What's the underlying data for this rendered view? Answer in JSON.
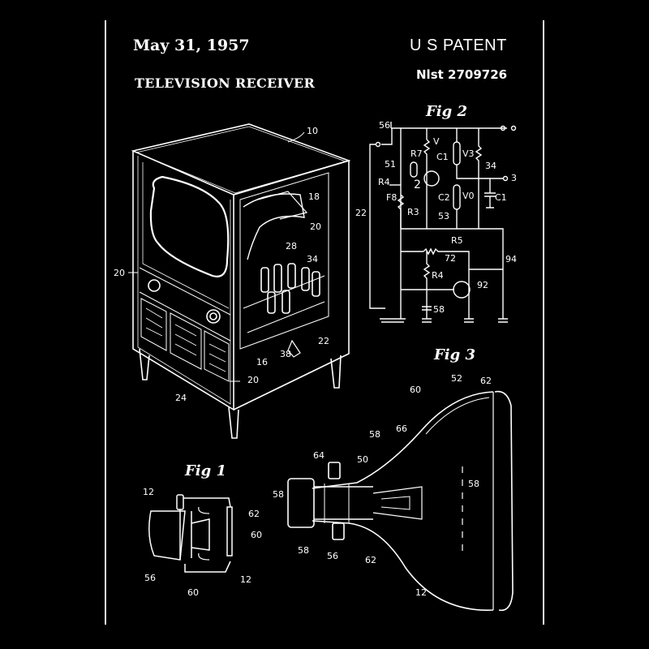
{
  "header": {
    "date": "May 31, 1957",
    "title": "TELEVISION RECEIVER",
    "patent_label": "U S PATENT",
    "patent_number": "Nlst 2709726"
  },
  "figures": {
    "fig1": {
      "caption": "Fig 1",
      "labels": [
        "12",
        "62",
        "60",
        "56",
        "60",
        "12"
      ]
    },
    "fig2": {
      "caption": "Fig 2",
      "labels": [
        "56",
        "51",
        "R7",
        "V",
        "C1",
        "V3",
        "34",
        "3",
        "2",
        "R4",
        "F8",
        "C2",
        "V0",
        "C1",
        "22",
        "R3",
        "53",
        "R5",
        "72",
        "94",
        "R4",
        "92",
        "58"
      ]
    },
    "fig3": {
      "caption": "Fig 3",
      "labels": [
        "52",
        "62",
        "60",
        "66",
        "58",
        "64",
        "50",
        "58",
        "58",
        "58",
        "56",
        "62",
        "12"
      ]
    },
    "main": {
      "labels": [
        "10",
        "18",
        "20",
        "28",
        "34",
        "20",
        "22",
        "16",
        "38",
        "24",
        "20"
      ]
    }
  },
  "colors": {
    "background": "#000000",
    "line": "#ffffff",
    "border": "#e8e8e8"
  }
}
